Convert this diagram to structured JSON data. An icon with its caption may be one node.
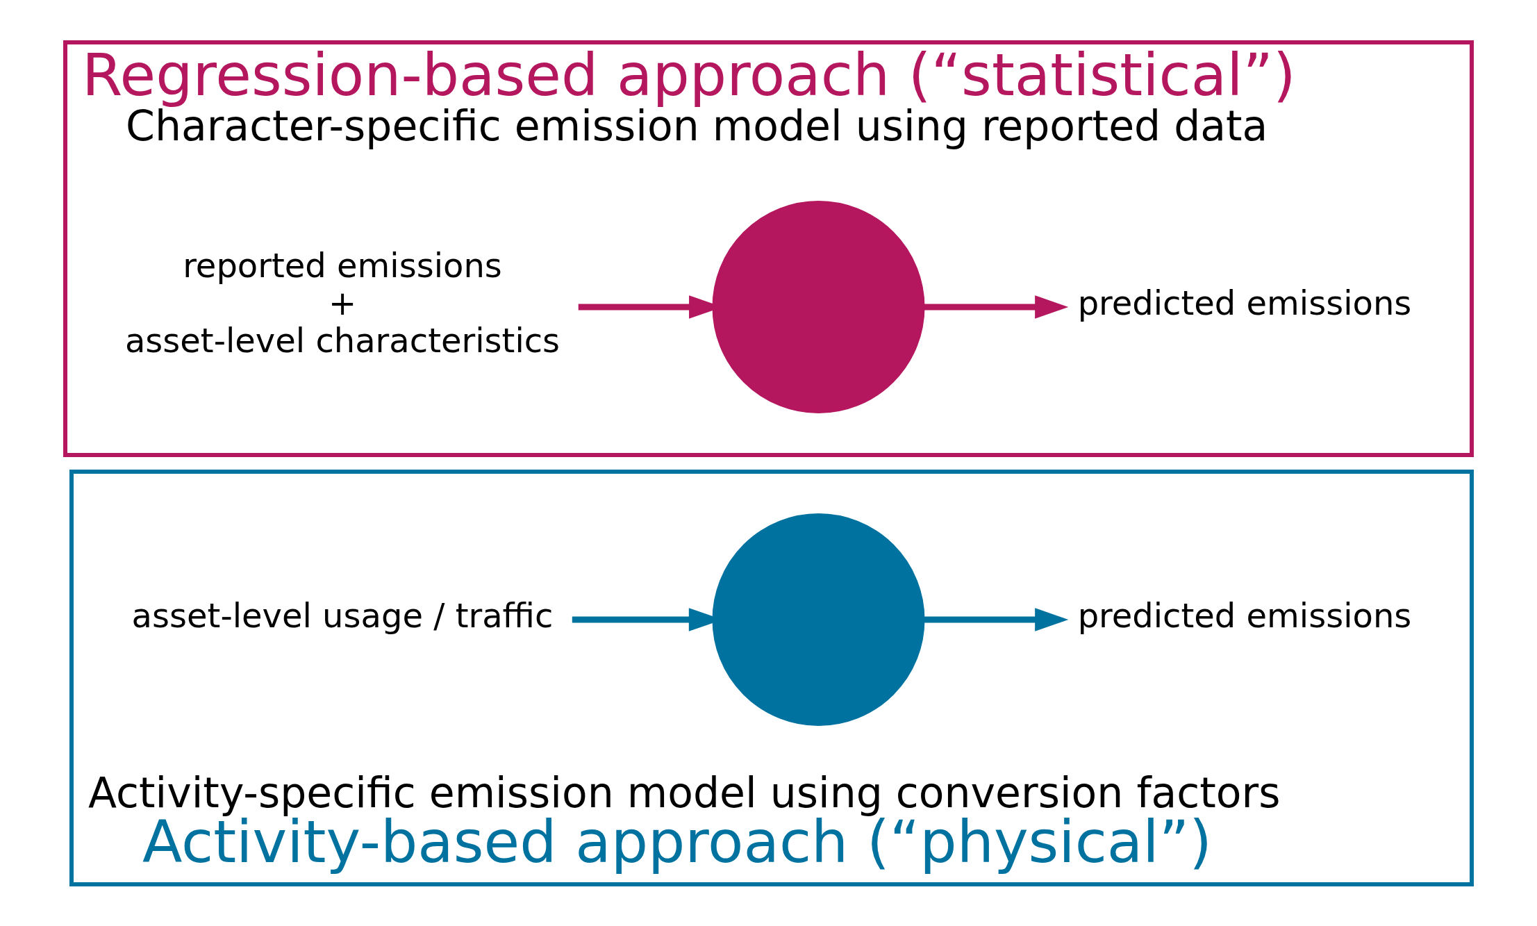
{
  "diagram": {
    "nodes": [
      {
        "text": [
          "Regression-based approach (“statistical”)",
          "Character-specific emission model using reported data"
        ]
      },
      {
        "text": [
          "reported emissions",
          "+",
          "asset-level characteristics"
        ],
        "in": 0
      },
      {
        "text": [],
        "shape": "circle",
        "in": 0
      },
      {
        "text": [
          "predicted emissions"
        ],
        "in": 0
      },
      {
        "text": [
          "Activity-specific emission model using conversion factors",
          "Activity-based approach (“physical”)"
        ]
      },
      {
        "text": [
          "asset-level usage / traffic"
        ],
        "in": 4
      },
      {
        "text": [],
        "shape": "circle",
        "in": 4
      },
      {
        "text": [
          "predicted emissions"
        ],
        "in": 4
      }
    ],
    "edges": [
      {
        "from": 1,
        "to": 2,
        "arrow": "to",
        "color": "#b5175e"
      },
      {
        "from": 2,
        "to": 3,
        "arrow": "to",
        "color": "#b5175e"
      },
      {
        "from": 5,
        "to": 6,
        "arrow": "to",
        "color": "#0072a0"
      },
      {
        "from": 6,
        "to": 7,
        "arrow": "to",
        "color": "#0072a0"
      }
    ]
  }
}
